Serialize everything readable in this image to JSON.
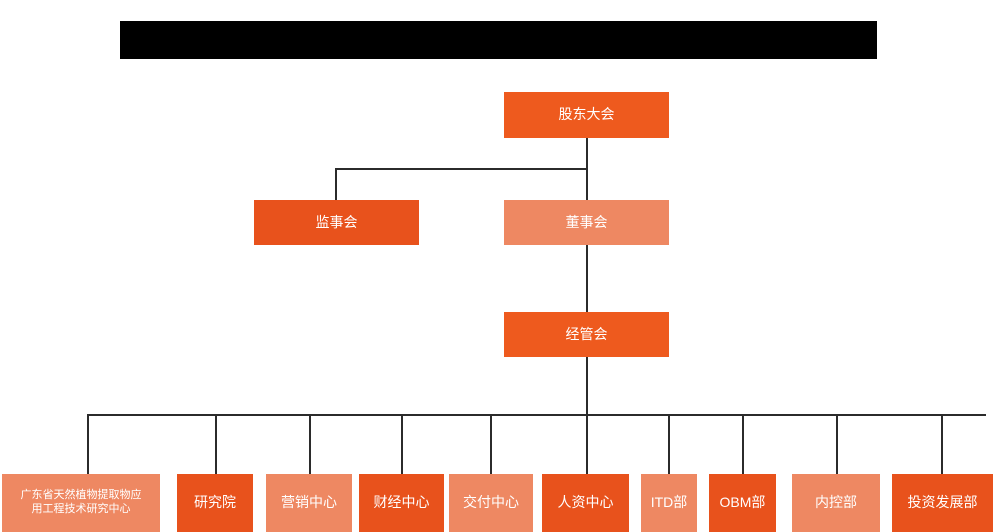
{
  "diagram": {
    "type": "organization-chart",
    "title_banner": {
      "name": "redacted-title-banner",
      "text": "",
      "state": "redacted-black-bar",
      "color": "#000000"
    },
    "colors": {
      "bright_orange": "#ee5a1e",
      "dark_orange": "#e8521c",
      "light_salmon": "#ee8862",
      "connector_line": "#2b2b2b",
      "background": "#ffffff",
      "node_text": "#ffffff"
    },
    "levels": [
      {
        "level": 1,
        "nodes": [
          {
            "id": "shareholders-meeting",
            "label": "股东大会",
            "color": "bright_orange"
          }
        ]
      },
      {
        "level": 2,
        "nodes": [
          {
            "id": "supervisory-board",
            "label": "监事会",
            "color": "dark_orange"
          },
          {
            "id": "board-of-directors",
            "label": "董事会",
            "color": "light_salmon"
          }
        ]
      },
      {
        "level": 3,
        "nodes": [
          {
            "id": "management-committee",
            "label": "经管会",
            "color": "bright_orange"
          }
        ]
      },
      {
        "level": 4,
        "nodes": [
          {
            "id": "research-center-gd",
            "label": "广东省天然植物提取物应\n用工程技术研究中心",
            "color": "light_salmon"
          },
          {
            "id": "research-institute",
            "label": "研究院",
            "color": "dark_orange"
          },
          {
            "id": "marketing-center",
            "label": "营销中心",
            "color": "light_salmon"
          },
          {
            "id": "finance-center",
            "label": "财经中心",
            "color": "dark_orange"
          },
          {
            "id": "delivery-center",
            "label": "交付中心",
            "color": "light_salmon"
          },
          {
            "id": "hr-center",
            "label": "人资中心",
            "color": "dark_orange"
          },
          {
            "id": "itd-department",
            "label": "ITD部",
            "color": "light_salmon"
          },
          {
            "id": "obm-department",
            "label": "OBM部",
            "color": "dark_orange"
          },
          {
            "id": "internal-control-department",
            "label": "内控部",
            "color": "light_salmon"
          },
          {
            "id": "investment-development-department",
            "label": "投资发展部",
            "color": "dark_orange"
          }
        ]
      }
    ],
    "node_labels": {
      "shareholders_meeting": "股东大会",
      "supervisory_board": "监事会",
      "board_of_directors": "董事会",
      "management_committee": "经管会",
      "research_center_gd": "广东省天然植物提取物应\n用工程技术研究中心",
      "research_institute": "研究院",
      "marketing_center": "营销中心",
      "finance_center": "财经中心",
      "delivery_center": "交付中心",
      "hr_center": "人资中心",
      "itd_department": "ITD部",
      "obm_department": "OBM部",
      "internal_control_department": "内控部",
      "investment_development_department": "投资发展部"
    }
  }
}
